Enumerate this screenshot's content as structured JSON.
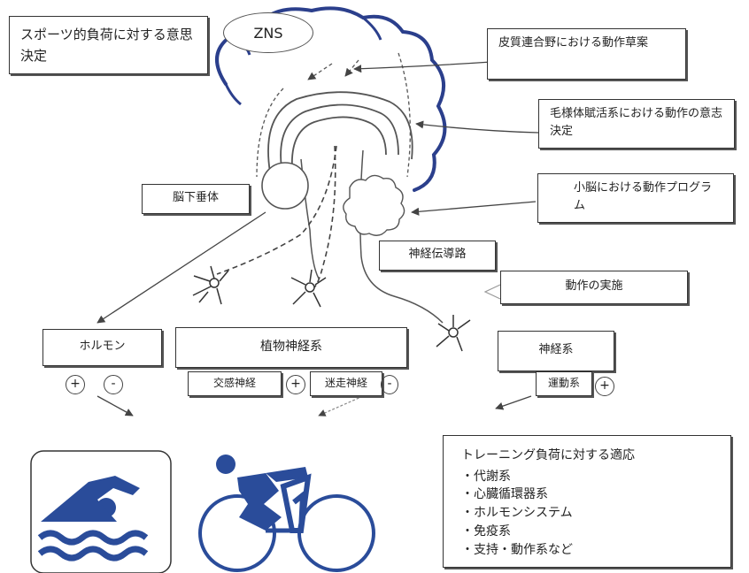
{
  "labels": {
    "sport_decision": "スポーツ的負荷に対する意思決定",
    "zns": "ZNS",
    "cortex_draft": "皮質連合野における動作草案",
    "basal_decision": "毛様体賦活系における動作の意志決定",
    "cerebellum_program": "小脳における動作プログラム",
    "pituitary": "脳下垂体",
    "nerve_pathway": "神経伝導路",
    "execution": "動作の実施",
    "hormones": "ホルモン",
    "autonomic": "植物神経系",
    "sympathetic": "交感神経",
    "vagus": "迷走神経",
    "nervous_system": "神経系",
    "motor_system": "運動系",
    "plus": "+",
    "minus": "-"
  },
  "adaptation": {
    "title": "トレーニング負荷に対する適応",
    "items": [
      "・代謝系",
      "・心臓循環器系",
      "・ホルモンシステム",
      "・免疫系",
      "・支持・動作系など"
    ]
  },
  "colors": {
    "brain_outline": "#2b3f8c",
    "icon_blue": "#2a4c9a",
    "line": "#444444"
  },
  "icons": [
    "swimming-icon",
    "cycling-icon",
    "neuron-icon",
    "cerebellum-icon"
  ]
}
